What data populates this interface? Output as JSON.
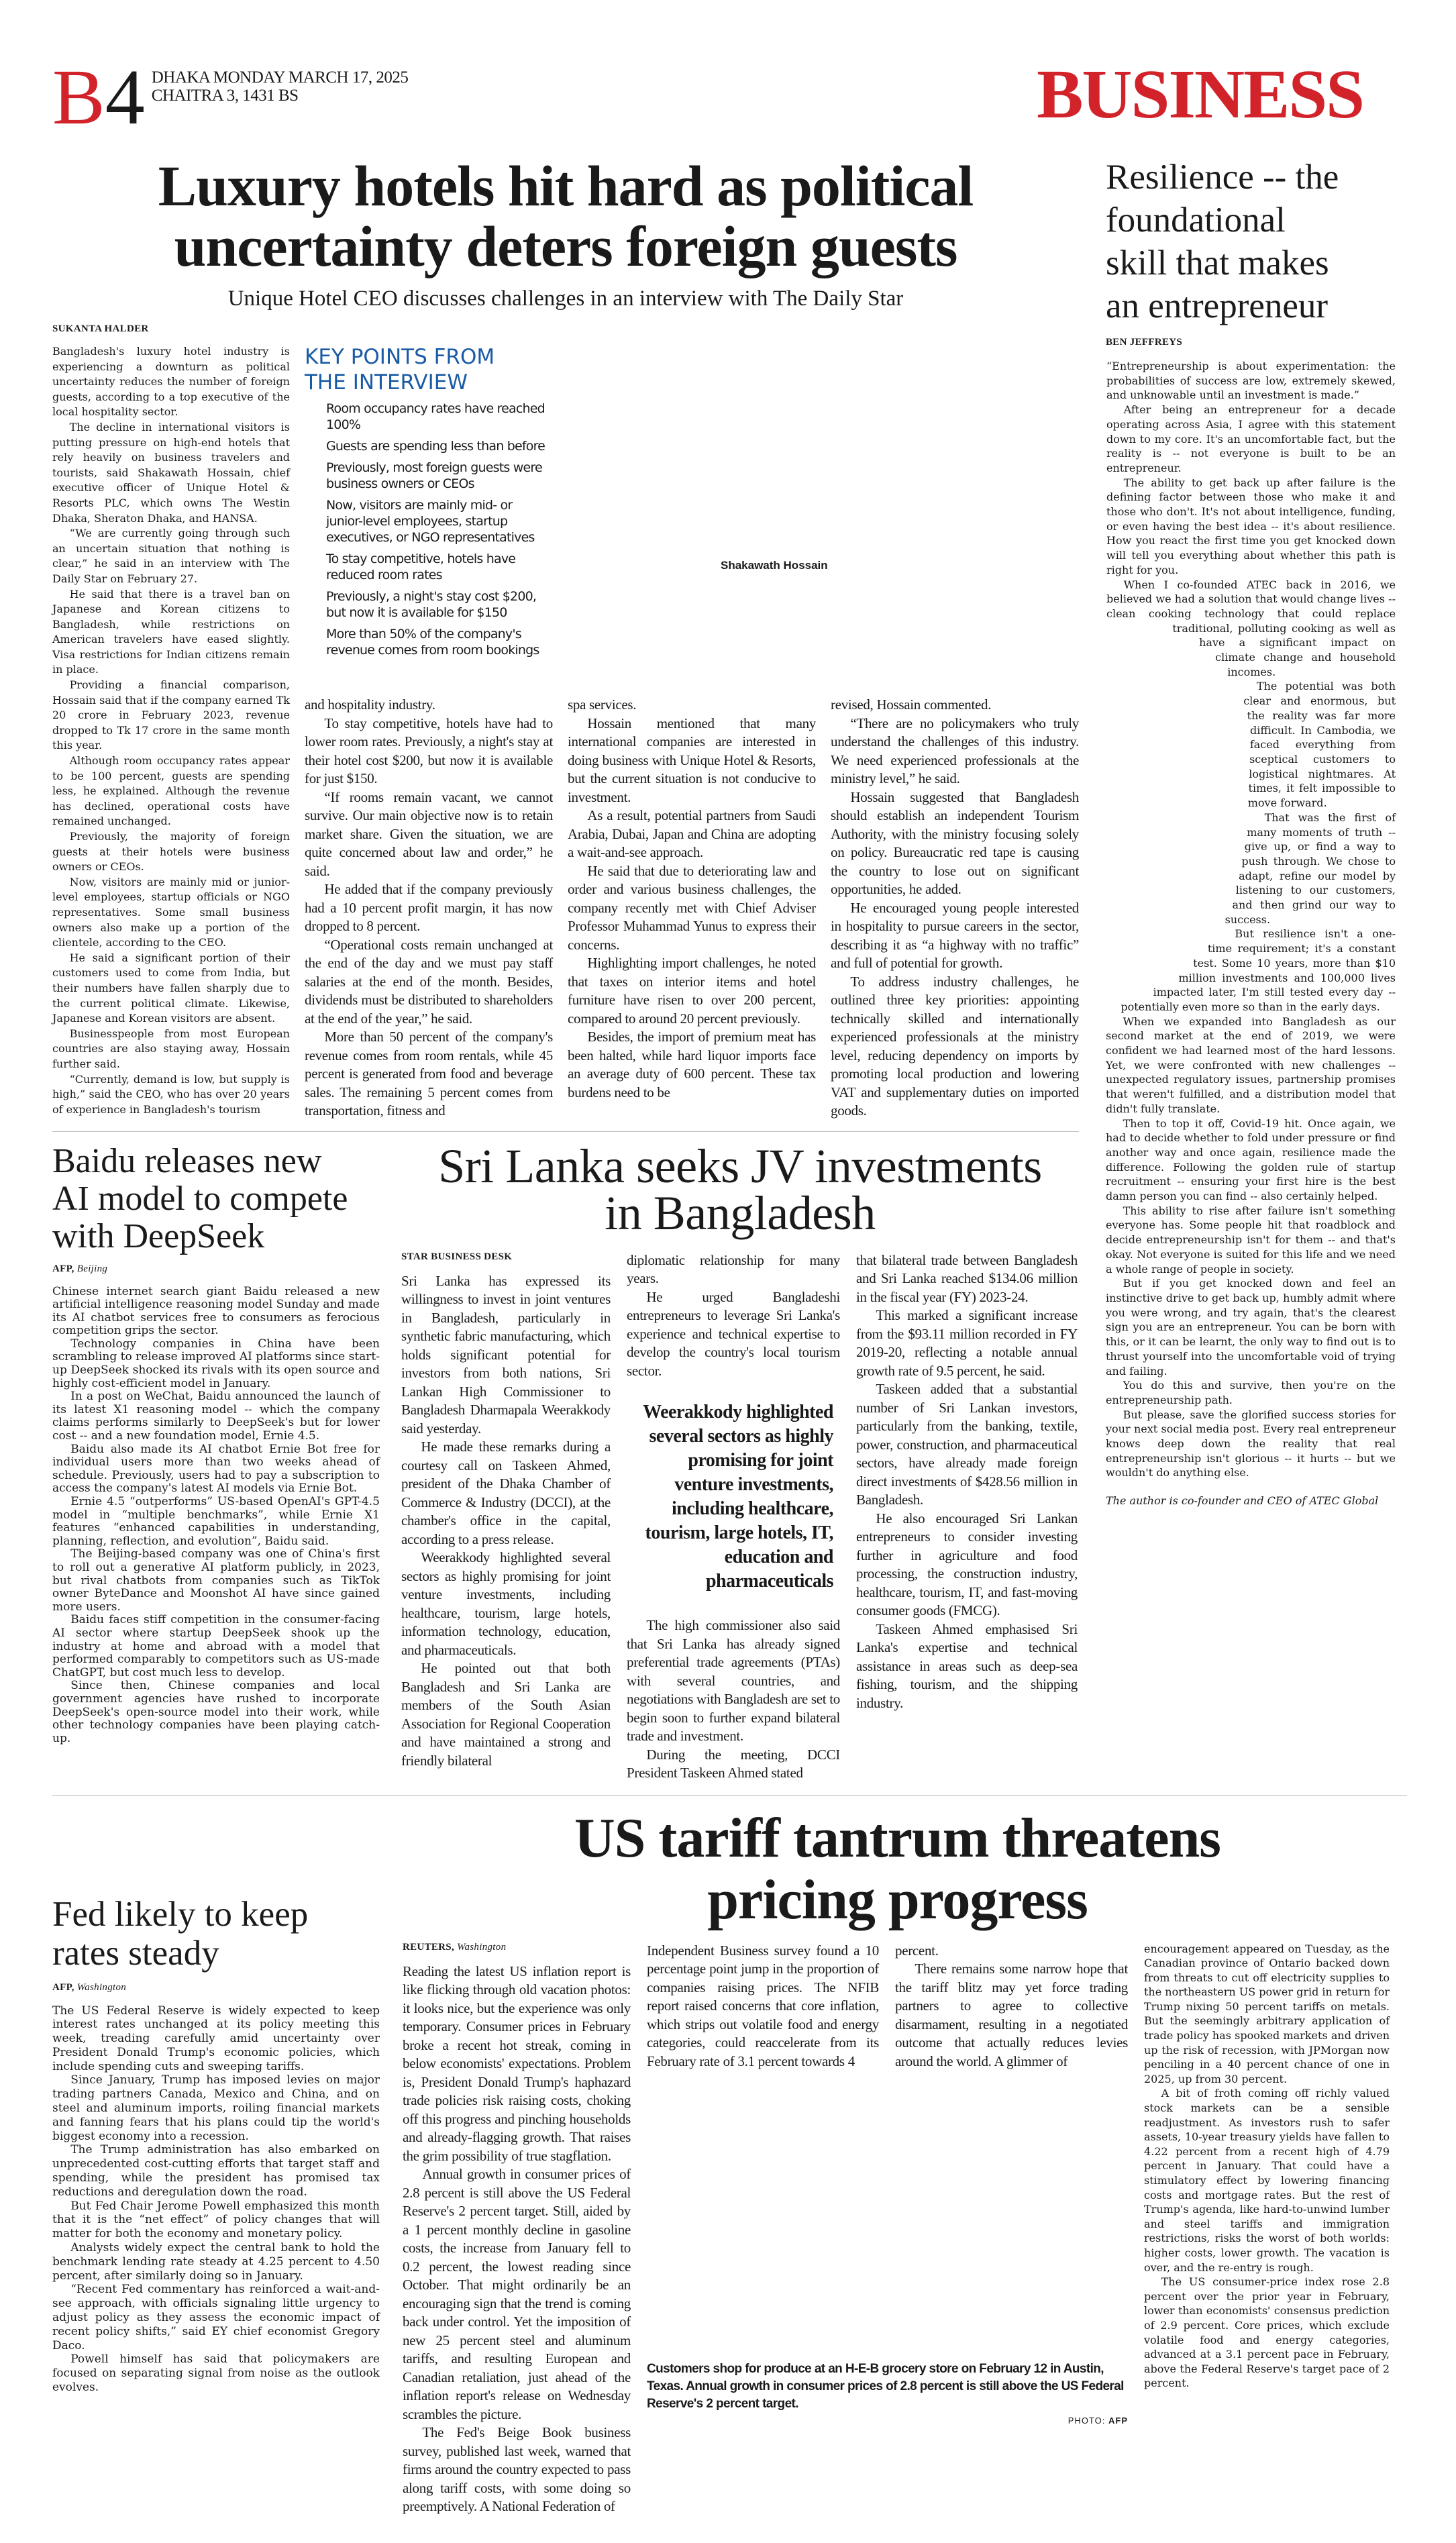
{
  "masthead": {
    "page_letter": "B",
    "page_number": "4",
    "date_line": "DHAKA MONDAY MARCH 17, 2025",
    "bangla_date": "CHAITRA 3, 1431 BS",
    "section": "BUSINESS"
  },
  "colors": {
    "accent_red": "#d2232a",
    "keypoints_blue": "#1a5ba6"
  },
  "hotel": {
    "headline": "Luxury hotels hit hard as political\nuncertainty deters foreign guests",
    "subheadline": "Unique Hotel CEO discusses challenges in an interview with The Daily Star",
    "byline": "SUKANTA HALDER",
    "photo_caption": "Shakawath Hossain",
    "key_points_title": "KEY POINTS FROM THE INTERVIEW",
    "key_points": [
      "Room occupancy rates have reached 100%",
      "Guests are spending less than before",
      "Previously, most foreign guests were business owners or CEOs",
      "Now, visitors are mainly mid- or junior-level employees, startup executives, or NGO representatives",
      "To stay competitive, hotels have reduced room rates",
      "Previously, a night's stay cost $200, but now it is available for $150",
      "More than 50% of the company's revenue comes from room bookings"
    ],
    "col1": [
      "Bangladesh's luxury hotel industry is experiencing a downturn as political uncertainty reduces the number of foreign guests, according to a top executive of the local hospitality sector.",
      "The decline in international visitors is putting pressure on high-end hotels that rely heavily on business travelers and tourists, said Shakawath Hossain, chief executive officer of Unique Hotel & Resorts PLC, which owns The Westin Dhaka, Sheraton Dhaka, and HANSA.",
      "“We are currently going through such an uncertain situation that nothing is clear,” he said in an interview with The Daily Star on February 27.",
      "He said that there is a travel ban on Japanese and Korean citizens to Bangladesh, while restrictions on American travelers have eased slightly. Visa restrictions for Indian citizens remain in place.",
      "Providing a financial comparison, Hossain said that if the company earned Tk 20 crore in February 2023, revenue dropped to Tk 17 crore in the same month this year.",
      "Although room occupancy rates appear to be 100 percent, guests are spending less, he explained. Although the revenue has declined, operational costs have remained unchanged.",
      "Previously, the majority of foreign guests at their hotels were business owners or CEOs.",
      "Now, visitors are mainly mid or junior-level employees, startup officials or NGO representatives. Some small business owners also make up a portion of the clientele, according to the CEO.",
      "He said a significant portion of their customers used to come from India, but their numbers have fallen sharply due to the current political climate. Likewise, Japanese and Korean visitors are absent.",
      "Businesspeople from most European countries are also staying away, Hossain further said.",
      "“Currently, demand is low, but supply is high,” said the CEO, who has over 20 years of experience in Bangladesh's tourism"
    ],
    "col2": [
      "and hospitality industry.",
      "To stay competitive, hotels have had to lower room rates. Previously, a night's stay at their hotel cost $200, but now it is available for just $150.",
      "“If rooms remain vacant, we cannot survive. Our main objective now is to retain market share. Given the situation, we are quite concerned about law and order,” he said.",
      "He added that if the company previously had a 10 percent profit margin, it has now dropped to 8 percent.",
      "“Operational costs remain unchanged at the end of the day and we must pay staff salaries at the end of the month. Besides, dividends must be distributed to shareholders at the end of the year,” he said.",
      "More than 50 percent of the company's revenue comes from room rentals, while 45 percent is generated from food and beverage sales. The remaining 5 percent comes from transportation, fitness and"
    ],
    "col3": [
      "spa services.",
      "Hossain mentioned that many international companies are interested in doing business with Unique Hotel & Resorts, but the current situation is not conducive to investment.",
      "As a result, potential partners from Saudi Arabia, Dubai, Japan and China are adopting a wait-and-see approach.",
      "He said that due to deteriorating law and order and various business challenges, the company recently met with Chief Adviser Professor Muhammad Yunus to express their concerns.",
      "Highlighting import challenges, he noted that taxes on interior items and hotel furniture have risen to over 200 percent, compared to around 20 percent previously.",
      "Besides, the import of premium meat has been halted, while hard liquor imports face an average duty of 600 percent. These tax burdens need to be"
    ],
    "col4": [
      "revised, Hossain commented.",
      "“There are no policymakers who truly understand the challenges of this industry. We need experienced professionals at the ministry level,” he said.",
      "Hossain suggested that Bangladesh should establish an independent Tourism Authority, with the ministry focusing solely on policy. Bureaucratic red tape is causing the country to lose out on significant opportunities, he added.",
      "He encouraged young people interested in hospitality to pursue careers in the sector, describing it as “a highway with no traffic” and full of potential for growth.",
      "To address industry challenges, he outlined three key priorities: appointing technically skilled and internationally experienced professionals at the ministry level, reducing dependency on imports by promoting local production and lowering VAT and supplementary duties on imported goods."
    ]
  },
  "resilience": {
    "headline": "Resilience -- the\nfoundational\nskill that makes\nan entrepreneur",
    "byline": "BEN JEFFREYS",
    "body": [
      "“Entrepreneurship is about experimentation: the probabilities of success are low, extremely skewed, and unknowable until an investment is made.”",
      "After being an entrepreneur for a decade operating across Asia, I agree with this statement down to my core. It's an uncomfortable fact, but the reality is -- not everyone is built to be an entrepreneur.",
      "The ability to get back up after failure is the defining factor between those who make it and those who don't. It's not about intelligence, funding, or even having the best idea -- it's about resilience. How you react the first time you get knocked down will tell you everything about whether this path is right for you.",
      "When I co-founded ATEC back in 2016, we believed we had a solution that would change lives -- clean cooking technology that could replace traditional, polluting cooking as well as have a significant impact on climate change and household incomes.",
      "The potential was both clear and enormous, but the reality was far more difficult. In Cambodia, we faced everything from sceptical customers to logistical nightmares. At times, it felt impossible to move forward.",
      "That was the first of many moments of truth -- give up, or find a way to push through. We chose to adapt, refine our model by listening to our customers, and then grind our way to success.",
      "But resilience isn't a one-time requirement; it's a constant test. Some 10 years, more than $10 million investments and 100,000 lives impacted later, I'm still tested every day -- potentially even more so than in the early days.",
      "When we expanded into Bangladesh as our second market at the end of 2019, we were confident we had learned most of the hard lessons. Yet, we were confronted with new challenges -- unexpected regulatory issues, partnership promises that weren't fulfilled, and a distribution model that didn't fully translate.",
      "Then to top it off, Covid-19 hit. Once again, we had to decide whether to fold under pressure or find another way and once again, resilience made the difference. Following the golden rule of startup recruitment -- ensuring your first hire is the best damn person you can find -- also certainly helped.",
      "This ability to rise after failure isn't something everyone has. Some people hit that roadblock and decide entrepreneurship isn't for them -- and that's okay. Not everyone is suited for this life and we need a whole range of people in society.",
      "But if you get knocked down and feel an instinctive drive to get back up, humbly admit where you were wrong, and try again, that's the clearest sign you are an entrepreneur. You can be born with this, or it can be learnt, the only way to find out is to thrust yourself into the uncomfortable void of trying and failing.",
      "You do this and survive, then you're on the entrepreneurship path.",
      "But please, save the glorified success stories for your next social media post. Every real entrepreneur knows deep down the reality that real entrepreneurship isn't glorious -- it hurts -- but we wouldn't do anything else."
    ],
    "author_note": "The author is co-founder and CEO of ATEC Global"
  },
  "baidu": {
    "headline": "Baidu releases new\nAI model to compete\nwith DeepSeek",
    "byline_agency": "AFP,",
    "byline_place": "Beijing",
    "body": [
      "Chinese internet search giant Baidu released a new artificial intelligence reasoning model Sunday and made its AI chatbot services free to consumers as ferocious competition grips the sector.",
      "Technology companies in China have been scrambling to release improved AI platforms since start-up DeepSeek shocked its rivals with its open source and highly cost-efficient model in January.",
      "In a post on WeChat, Baidu announced the launch of its latest X1 reasoning model -- which the company claims performs similarly to DeepSeek's but for lower cost -- and a new foundation model, Ernie 4.5.",
      "Baidu also made its AI chatbot Ernie Bot free for individual users more than two weeks ahead of schedule. Previously, users had to pay a subscription to access the company's latest AI models via Ernie Bot.",
      "Ernie 4.5 “outperforms” US-based OpenAI's GPT-4.5 model in “multiple benchmarks”, while Ernie X1 features “enhanced capabilities in understanding, planning, reflection, and evolution”, Baidu said.",
      "The Beijing-based company was one of China's first to roll out a generative AI platform publicly, in 2023, but rival chatbots from companies such as TikTok owner ByteDance and Moonshot AI have since gained more users.",
      "Baidu faces stiff competition in the consumer-facing AI sector where startup DeepSeek shook up the industry at home and abroad with a model that performed comparably to competitors such as US-made ChatGPT, but cost much less to develop.",
      "Since then, Chinese companies and local government agencies have rushed to incorporate DeepSeek's open-source model into their work, while other technology companies have been playing catch-up."
    ]
  },
  "srilanka": {
    "headline": "Sri Lanka seeks JV investments\nin Bangladesh",
    "byline": "STAR BUSINESS DESK",
    "pull_quote": "Weerakkody highlighted several sectors as highly promising for joint venture investments, including healthcare, tourism, large hotels, IT, education and pharmaceuticals",
    "col1": [
      "Sri Lanka has expressed its willingness to invest in joint ventures in Bangladesh, particularly in synthetic fabric manufacturing, which holds significant potential for investors from both nations, Sri Lankan High Commissioner to Bangladesh Dharmapala Weerakkody said yesterday.",
      "He made these remarks during a courtesy call on Taskeen Ahmed, president of the Dhaka Chamber of Commerce & Industry (DCCI), at the chamber's office in the capital, according to a press release.",
      "Weerakkody highlighted several sectors as highly promising for joint venture investments, including healthcare, tourism, large hotels, information technology, education, and pharmaceuticals.",
      "He pointed out that both Bangladesh and Sri Lanka are members of the South Asian Association for Regional Cooperation and have maintained a strong and friendly bilateral"
    ],
    "col2a": [
      "diplomatic relationship for many years.",
      "He urged Bangladeshi entrepreneurs to leverage Sri Lanka's experience and technical expertise to develop the country's local tourism sector."
    ],
    "col2b": [
      "The high commissioner also said that Sri Lanka has already signed preferential trade agreements (PTAs) with several countries, and negotiations with Bangladesh are set to begin soon to further expand bilateral trade and investment.",
      "During the meeting, DCCI President Taskeen Ahmed stated"
    ],
    "col3": [
      "that bilateral trade between Bangladesh and Sri Lanka reached $134.06 million in the fiscal year (FY) 2023-24.",
      "This marked a significant increase from the $93.11 million recorded in FY 2019-20, reflecting a notable annual growth rate of 9.5 percent, he said.",
      "Taskeen added that a substantial number of Sri Lankan investors, particularly from the banking, textile, power, construction, and pharmaceutical sectors, have already made foreign direct investments of $428.56 million in Bangladesh.",
      "He also encouraged Sri Lankan entrepreneurs to consider investing further in agriculture and food processing, the construction industry, healthcare, tourism, IT, and fast-moving consumer goods (FMCG).",
      "Taskeen Ahmed emphasised Sri Lanka's expertise and technical assistance in areas such as deep-sea fishing, tourism, and the shipping industry."
    ]
  },
  "tariff": {
    "headline": "US tariff tantrum threatens\npricing progress",
    "byline_agency": "REUTERS,",
    "byline_place": "Washington",
    "col1": [
      "Reading the latest US inflation report is like flicking through old vacation photos: it looks nice, but the experience was only temporary. Consumer prices in February broke a recent hot streak, coming in below economists' expectations. Problem is, President Donald Trump's haphazard trade policies risk raising costs, choking off this progress and pinching households and already-flagging growth. That raises the grim possibility of true stagflation.",
      "Annual growth in consumer prices of 2.8 percent is still above the US Federal Reserve's 2 percent target. Still, aided by a 1 percent monthly decline in gasoline costs, the increase from January fell to 0.2 percent, the lowest reading since October. That might ordinarily be an encouraging sign that the trend is coming back under control. Yet the imposition of new 25 percent steel and aluminum tariffs, and resulting European and Canadian retaliation, just ahead of the inflation report's release on Wednesday scrambles the picture.",
      "The Fed's Beige Book business survey, published last week, warned that firms around the country expected to pass along tariff costs, with some doing so preemptively. A National Federation of"
    ],
    "col2": [
      "Independent Business survey found a 10 percentage point jump in the proportion of companies raising prices. The NFIB report raised concerns that core inflation, which strips out volatile food and energy categories, could reaccelerate from its February rate of 3.1 percent towards 4"
    ],
    "col3": [
      "percent.",
      "There remains some narrow hope that the tariff blitz may yet force trading partners to agree to collective disarmament, resulting in a negotiated outcome that actually reduces levies around the world. A glimmer of"
    ],
    "col4": [
      "encouragement appeared on Tuesday, as the Canadian province of Ontario backed down from threats to cut off electricity supplies to the northeastern US power grid in return for Trump nixing 50 percent tariffs on metals. But the seemingly arbitrary application of trade policy has spooked markets and driven up the risk of recession, with JPMorgan now penciling in a 40 percent chance of one in 2025, up from 30 percent.",
      "A bit of froth coming off richly valued stock markets can be a sensible readjustment. As investors rush to safer assets, 10-year treasury yields have fallen to 4.22 percent from a recent high of 4.79 percent in January. That could have a stimulatory effect by lowering financing costs and mortgage rates. But the rest of Trump's agenda, like hard-to-unwind lumber and steel tariffs and immigration restrictions, risks the worst of both worlds: higher costs, lower growth. The vacation is over, and the re-entry is rough.",
      "The US consumer-price index rose 2.8 percent over the prior year in February, lower than economists' consensus prediction of 2.9 percent. Core prices, which exclude volatile food and energy categories, advanced at a 3.1 percent pace in February, above the Federal Reserve's target pace of 2 percent."
    ],
    "photo_caption": "Customers shop for produce at an H-E-B grocery store on February 12 in Austin, Texas. Annual growth in consumer prices of 2.8 percent is still above the US Federal Reserve's 2 percent target.",
    "photo_credit_label": "PHOTO:",
    "photo_credit": "AFP"
  },
  "fed": {
    "headline": "Fed likely to keep\nrates steady",
    "byline_agency": "AFP,",
    "byline_place": "Washington",
    "body": [
      "The US Federal Reserve is widely expected to keep interest rates unchanged at its policy meeting this week, treading carefully amid uncertainty over President Donald Trump's economic policies, which include spending cuts and sweeping tariffs.",
      "Since January, Trump has imposed levies on major trading partners Canada, Mexico and China, and on steel and aluminum imports, roiling financial markets and fanning fears that his plans could tip the world's biggest economy into a recession.",
      "The Trump administration has also embarked on unprecedented cost-cutting efforts that target staff and spending, while the president has promised tax reductions and deregulation down the road.",
      "But Fed Chair Jerome Powell emphasized this month that it is the “net effect” of policy changes that will matter for both the economy and monetary policy.",
      "Analysts widely expect the central bank to hold the benchmark lending rate steady at 4.25 percent to 4.50 percent, after similarly doing so in January.",
      "“Recent Fed commentary has reinforced a wait-and-see approach, with officials signaling little urgency to adjust policy as they assess the economic impact of recent policy shifts,” said EY chief economist Gregory Daco.",
      "Powell himself has said that policymakers are focused on separating signal from noise as the outlook evolves."
    ]
  }
}
